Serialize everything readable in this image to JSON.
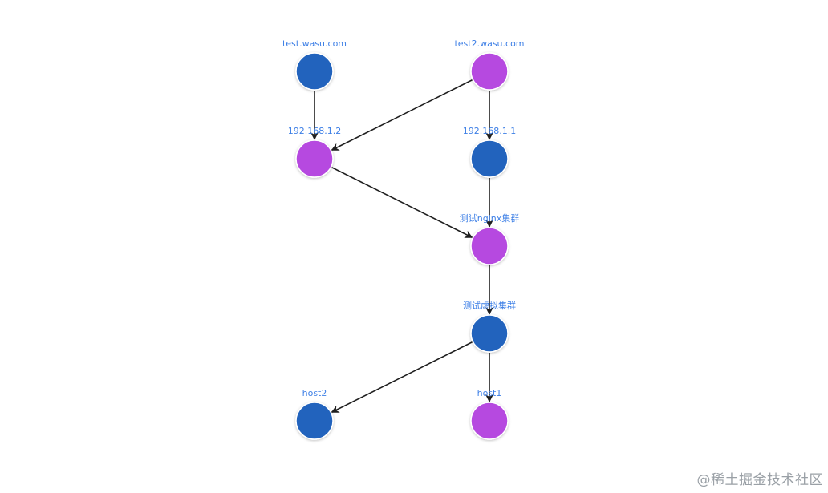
{
  "graph": {
    "colors": {
      "blue": "#2364bd",
      "purple": "#b64ae0",
      "label": "#3d7fe6",
      "edge": "#1f1f1f"
    },
    "nodes": [
      {
        "id": "test_wasu",
        "label": "test.wasu.com",
        "color": "blue"
      },
      {
        "id": "test2_wasu",
        "label": "test2.wasu.com",
        "color": "purple"
      },
      {
        "id": "ip_1_2",
        "label": "192.168.1.2",
        "color": "purple"
      },
      {
        "id": "ip_1_1",
        "label": "192.168.1.1",
        "color": "blue"
      },
      {
        "id": "nginx_cluster",
        "label": "测试nginx集群",
        "color": "purple"
      },
      {
        "id": "virtual_cluster",
        "label": "测试虚拟集群",
        "color": "blue"
      },
      {
        "id": "host2",
        "label": "host2",
        "color": "blue"
      },
      {
        "id": "host1",
        "label": "host1",
        "color": "purple"
      }
    ],
    "edges": [
      {
        "from": "test_wasu",
        "to": "ip_1_2"
      },
      {
        "from": "test2_wasu",
        "to": "ip_1_2"
      },
      {
        "from": "test2_wasu",
        "to": "ip_1_1"
      },
      {
        "from": "ip_1_2",
        "to": "nginx_cluster"
      },
      {
        "from": "ip_1_1",
        "to": "nginx_cluster"
      },
      {
        "from": "nginx_cluster",
        "to": "virtual_cluster"
      },
      {
        "from": "virtual_cluster",
        "to": "host2"
      },
      {
        "from": "virtual_cluster",
        "to": "host1"
      }
    ]
  },
  "watermark": {
    "text": "@稀土掘金技术社区"
  }
}
